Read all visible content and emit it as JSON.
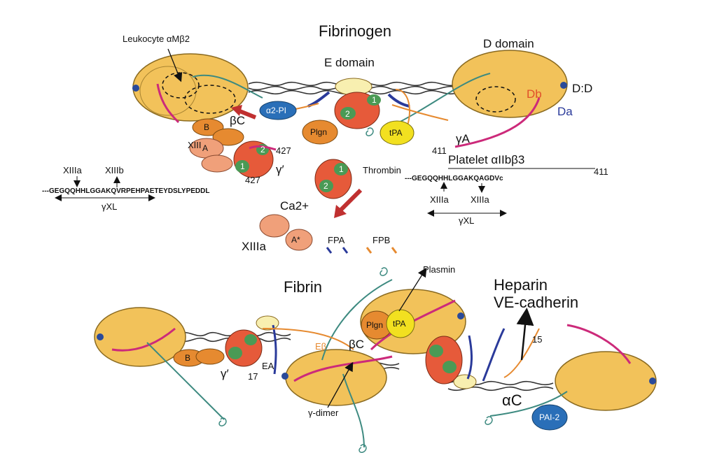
{
  "titles": {
    "fibrinogen": "Fibrinogen",
    "fibrin": "Fibrin"
  },
  "top": {
    "leukocyte": "Leukocyte αMβ2",
    "e_domain": "E domain",
    "d_domain": "D domain",
    "dd": "D:D",
    "db": "Db",
    "da": "Da",
    "alpha2pi": "α2-PI",
    "beta_c": "βC",
    "plgn": "Plgn",
    "tpa": "tPA",
    "gamma_a": "γA",
    "n411_right": "411",
    "n411_left": "411",
    "xiii": "XIII",
    "b": "B",
    "a": "A",
    "n427_top": "427",
    "gamma_prime": "γ′",
    "n427_seq": "427",
    "thrombin": "Thrombin",
    "platelet": "Platelet αIIbβ3",
    "ca": "Ca2+",
    "xiiia": "XIIIa",
    "a_star": "A*",
    "fpa": "FPA",
    "fpb": "FPB",
    "one": "1",
    "two": "2"
  },
  "sequences": {
    "left": {
      "xiiia": "XIIIa",
      "xiiib": "XIIIb",
      "seq": "---GEGQQHHLGGAKQVRPEHPAETEYDSLYPEDDL",
      "yxl": "γXL"
    },
    "right": {
      "seq": "---GEGQQHHLGGAKQAGDVc",
      "xiiia1": "XIIIa",
      "xiiia2": "XIIIa",
      "yxl": "γXL"
    }
  },
  "bottom": {
    "plasmin": "Plasmin",
    "heparin": "Heparin",
    "vecad": "VE-cadherin",
    "plgn": "Plgn",
    "tpa": "tPA",
    "b": "B",
    "eb": "Eβ",
    "beta_c": "βC",
    "gamma_prime": "γ′",
    "n17": "17",
    "ea": "EA",
    "n15": "15",
    "gamma_dimer": "γ-dimer",
    "alpha_c": "αC",
    "pai2": "PAI-2"
  },
  "colors": {
    "globule": "#f2c25a",
    "globule_edge": "#8a6a20",
    "coil": "#333333",
    "magenta": "#cc2a7a",
    "teal": "#3d8a80",
    "red_orange": "#e65a3a",
    "green": "#4a9a55",
    "orange": "#e68a30",
    "salmon": "#f0a07a",
    "blue": "#2a6fb8",
    "yellow": "#f2e020",
    "navy": "#1a2a7a",
    "arrow_red": "#c03030",
    "red_text": "#e0502a",
    "blue_text": "#2a3a9a"
  }
}
